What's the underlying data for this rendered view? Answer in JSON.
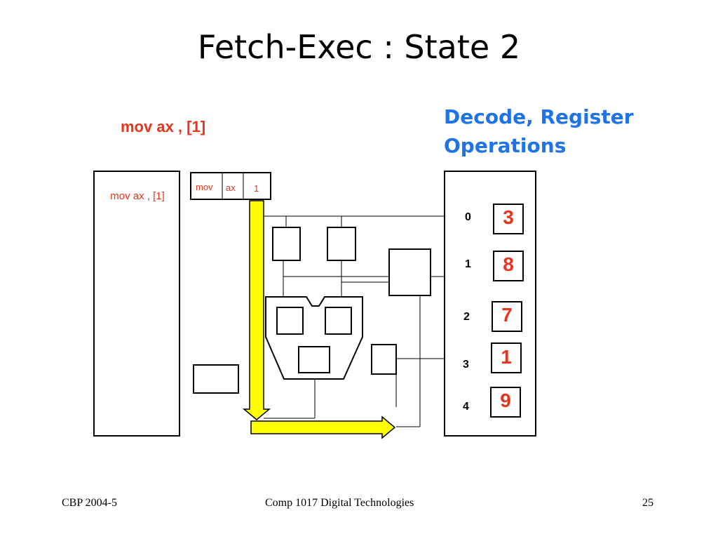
{
  "slide": {
    "title": "Fetch-Exec : State 2",
    "instruction": "mov ax , [1]",
    "stage_line1": "Decode, Register",
    "stage_line2": "Operations"
  },
  "memory": {
    "content": "mov ax , [1]"
  },
  "instruction_register": {
    "opcode": "mov",
    "operand1": "ax",
    "operand2": "1"
  },
  "registers": [
    {
      "index": "0",
      "value": "3"
    },
    {
      "index": "1",
      "value": "8"
    },
    {
      "index": "2",
      "value": "7"
    },
    {
      "index": "3",
      "value": "1"
    },
    {
      "index": "4",
      "value": "9"
    }
  ],
  "colors": {
    "accent_red": "#e8341c",
    "accent_blue": "#1e73e8",
    "arrow_yellow": "#ffff00"
  },
  "footer": {
    "left": "CBP 2004-5",
    "center": "Comp 1017  Digital Technologies",
    "right": "25"
  }
}
